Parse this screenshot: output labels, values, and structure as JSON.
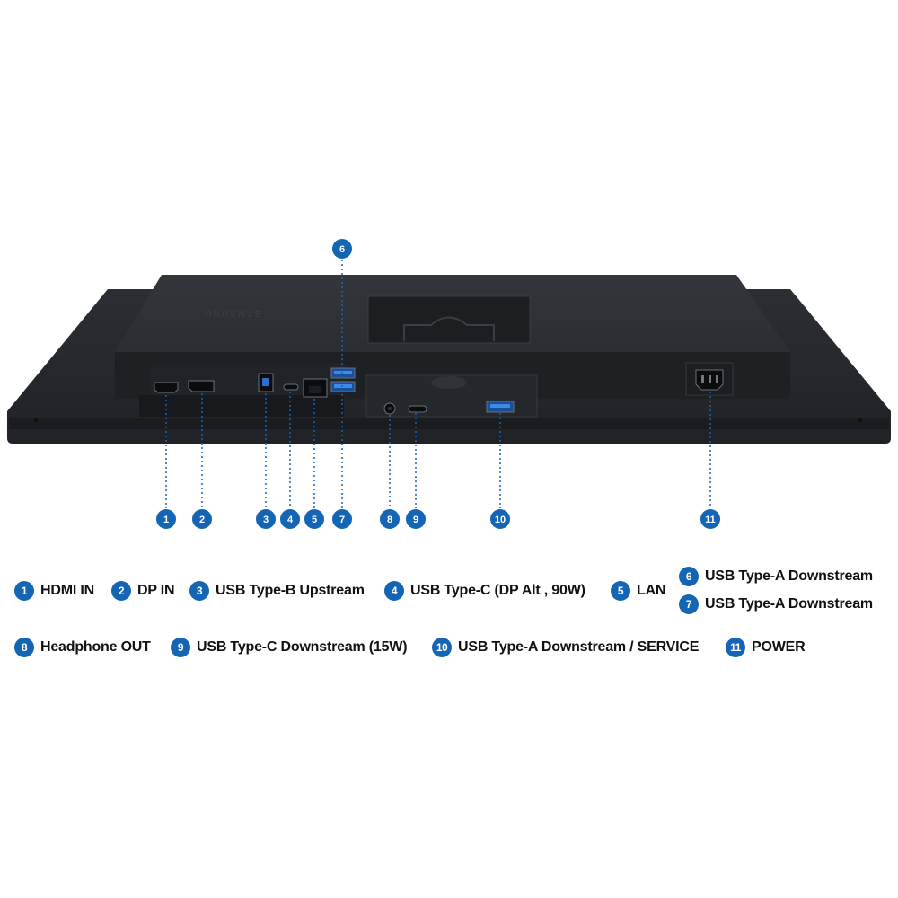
{
  "colors": {
    "accent": "#1565b5",
    "monitor_body": "#26292d",
    "monitor_dark": "#1a1c1f",
    "label_text": "#111111"
  },
  "brand": "SAMSUNG",
  "ports": [
    {
      "num": "1",
      "label": "HDMI IN"
    },
    {
      "num": "2",
      "label": "DP IN"
    },
    {
      "num": "3",
      "label": "USB Type-B Upstream"
    },
    {
      "num": "4",
      "label": "USB Type-C (DP Alt , 90W)"
    },
    {
      "num": "5",
      "label": "LAN"
    },
    {
      "num": "6",
      "label": "USB Type-A Downstream"
    },
    {
      "num": "7",
      "label": "USB Type-A Downstream"
    },
    {
      "num": "8",
      "label": "Headphone OUT"
    },
    {
      "num": "9",
      "label": "USB Type-C Downstream (15W)"
    },
    {
      "num": "10",
      "label": "USB Type-A Downstream / SERVICE"
    },
    {
      "num": "11",
      "label": "POWER"
    }
  ]
}
